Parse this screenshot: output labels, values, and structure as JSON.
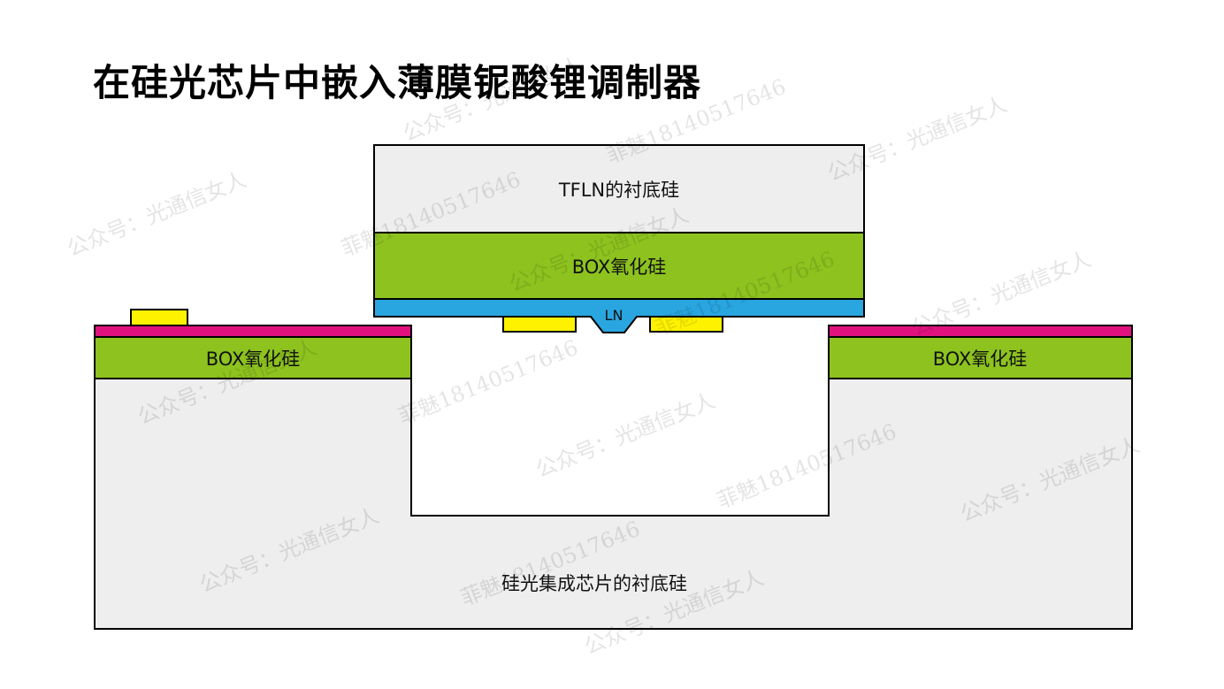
{
  "title": "在硅光芯片中嵌入薄膜铌酸锂调制器",
  "layers": {
    "tfln_substrate": "TFLN的衬底硅",
    "tfln_box": "BOX氧化硅",
    "ln": "LN",
    "left_box": "BOX氧化硅",
    "right_box": "BOX氧化硅",
    "si_substrate": "硅光集成芯片的衬底硅"
  },
  "colors": {
    "substrate": "#eeeeee",
    "box": "#8dc21f",
    "ln": "#29a6e0",
    "electrode": "#fff200",
    "top_layer": "#e0117f"
  },
  "watermarks": [
    "公众号：光通信女人",
    "菲魅18140517646"
  ]
}
